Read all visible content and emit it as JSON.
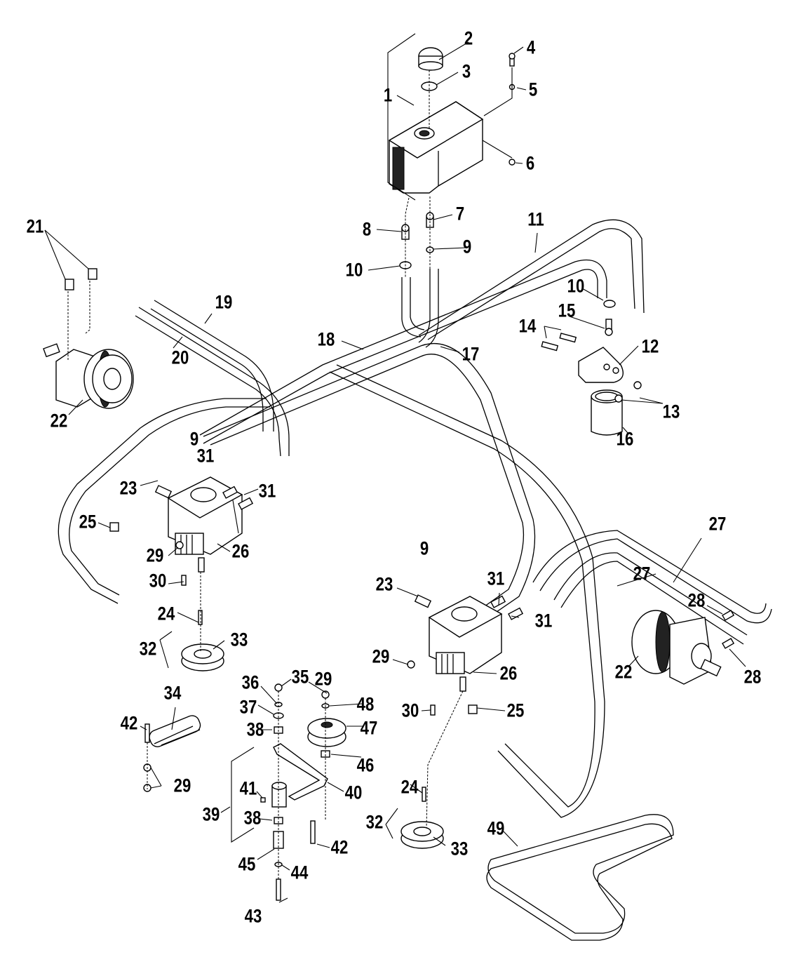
{
  "diagram": {
    "type": "exploded-parts-diagram",
    "subject": "hydraulic drive system with reservoir, pumps, wheel motors, idler and belt",
    "callouts": [
      {
        "id": "c1",
        "label": "1"
      },
      {
        "id": "c2",
        "label": "2"
      },
      {
        "id": "c3",
        "label": "3"
      },
      {
        "id": "c4",
        "label": "4"
      },
      {
        "id": "c5",
        "label": "5"
      },
      {
        "id": "c6",
        "label": "6"
      },
      {
        "id": "c7",
        "label": "7"
      },
      {
        "id": "c8",
        "label": "8"
      },
      {
        "id": "c9a",
        "label": "9"
      },
      {
        "id": "c9b",
        "label": "9"
      },
      {
        "id": "c9c",
        "label": "9"
      },
      {
        "id": "c10a",
        "label": "10"
      },
      {
        "id": "c10b",
        "label": "10"
      },
      {
        "id": "c11",
        "label": "11"
      },
      {
        "id": "c12",
        "label": "12"
      },
      {
        "id": "c13",
        "label": "13"
      },
      {
        "id": "c14",
        "label": "14"
      },
      {
        "id": "c15",
        "label": "15"
      },
      {
        "id": "c16",
        "label": "16"
      },
      {
        "id": "c17",
        "label": "17"
      },
      {
        "id": "c18",
        "label": "18"
      },
      {
        "id": "c19",
        "label": "19"
      },
      {
        "id": "c20",
        "label": "20"
      },
      {
        "id": "c21",
        "label": "21"
      },
      {
        "id": "c22a",
        "label": "22"
      },
      {
        "id": "c22b",
        "label": "22"
      },
      {
        "id": "c23a",
        "label": "23"
      },
      {
        "id": "c23b",
        "label": "23"
      },
      {
        "id": "c24a",
        "label": "24"
      },
      {
        "id": "c24b",
        "label": "24"
      },
      {
        "id": "c25a",
        "label": "25"
      },
      {
        "id": "c25b",
        "label": "25"
      },
      {
        "id": "c26a",
        "label": "26"
      },
      {
        "id": "c26b",
        "label": "26"
      },
      {
        "id": "c27a",
        "label": "27"
      },
      {
        "id": "c27b",
        "label": "27"
      },
      {
        "id": "c28a",
        "label": "28"
      },
      {
        "id": "c28b",
        "label": "28"
      },
      {
        "id": "c29a",
        "label": "29"
      },
      {
        "id": "c29b",
        "label": "29"
      },
      {
        "id": "c29c",
        "label": "29"
      },
      {
        "id": "c29d",
        "label": "29"
      },
      {
        "id": "c30a",
        "label": "30"
      },
      {
        "id": "c30b",
        "label": "30"
      },
      {
        "id": "c31a",
        "label": "31"
      },
      {
        "id": "c31b",
        "label": "31"
      },
      {
        "id": "c31c",
        "label": "31"
      },
      {
        "id": "c31d",
        "label": "31"
      },
      {
        "id": "c32a",
        "label": "32"
      },
      {
        "id": "c32b",
        "label": "32"
      },
      {
        "id": "c33a",
        "label": "33"
      },
      {
        "id": "c33b",
        "label": "33"
      },
      {
        "id": "c34",
        "label": "34"
      },
      {
        "id": "c35",
        "label": "35"
      },
      {
        "id": "c36",
        "label": "36"
      },
      {
        "id": "c37",
        "label": "37"
      },
      {
        "id": "c38a",
        "label": "38"
      },
      {
        "id": "c38b",
        "label": "38"
      },
      {
        "id": "c39",
        "label": "39"
      },
      {
        "id": "c40",
        "label": "40"
      },
      {
        "id": "c41",
        "label": "41"
      },
      {
        "id": "c42a",
        "label": "42"
      },
      {
        "id": "c42b",
        "label": "42"
      },
      {
        "id": "c43",
        "label": "43"
      },
      {
        "id": "c44",
        "label": "44"
      },
      {
        "id": "c45",
        "label": "45"
      },
      {
        "id": "c46",
        "label": "46"
      },
      {
        "id": "c47",
        "label": "47"
      },
      {
        "id": "c48",
        "label": "48"
      },
      {
        "id": "c49",
        "label": "49"
      }
    ]
  }
}
